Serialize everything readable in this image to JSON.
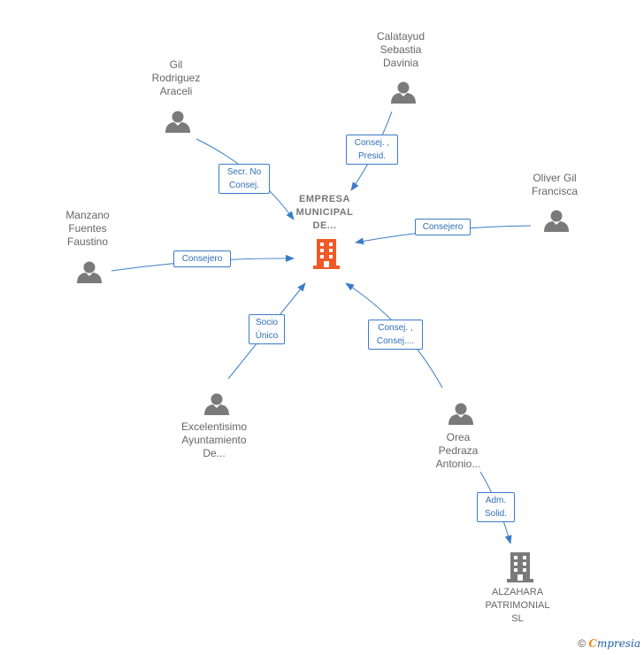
{
  "center": {
    "label_lines": [
      "EMPRESA",
      "MUNICIPAL",
      "DE..."
    ],
    "icon": "building-icon",
    "color": "#f05a28"
  },
  "people": [
    {
      "id": "gil",
      "lines": [
        "Gil",
        "Rodriguez",
        "Araceli"
      ],
      "icon": "person-icon"
    },
    {
      "id": "calatayud",
      "lines": [
        "Calatayud",
        "Sebastia",
        "Davinia"
      ],
      "icon": "person-icon"
    },
    {
      "id": "oliver",
      "lines": [
        "Oliver Gil",
        "Francisca"
      ],
      "icon": "person-icon"
    },
    {
      "id": "manzano",
      "lines": [
        "Manzano",
        "Fuentes",
        "Faustino"
      ],
      "icon": "person-icon"
    },
    {
      "id": "ayuntamiento",
      "lines": [
        "Excelentisimo",
        "Ayuntamiento",
        "De..."
      ],
      "icon": "person-icon"
    },
    {
      "id": "orea",
      "lines": [
        "Orea",
        "Pedraza",
        "Antonio..."
      ],
      "icon": "person-icon"
    }
  ],
  "company": {
    "lines": [
      "ALZAHARA",
      "PATRIMONIAL",
      "SL"
    ],
    "icon": "building-icon",
    "color": "#7a7a7a"
  },
  "edges": [
    {
      "id": "e-gil",
      "label_lines": [
        "Secr.  No",
        "Consej."
      ]
    },
    {
      "id": "e-calatayud",
      "label_lines": [
        "Consej. ,",
        "Presid."
      ]
    },
    {
      "id": "e-oliver",
      "label_lines": [
        "Consejero"
      ]
    },
    {
      "id": "e-manzano",
      "label_lines": [
        "Consejero"
      ]
    },
    {
      "id": "e-ayuntamiento",
      "label_lines": [
        "Socio",
        "Único"
      ]
    },
    {
      "id": "e-orea",
      "label_lines": [
        "Consej. ,",
        "Consej...."
      ]
    },
    {
      "id": "e-alzahara",
      "label_lines": [
        "Adm.",
        "Solid."
      ]
    }
  ],
  "footer": {
    "copyright": "©",
    "brand_first": "C",
    "brand_rest": "mpresia"
  },
  "colors": {
    "edge": "#3a7cc8",
    "person": "#7a7a7a",
    "text": "#666666"
  }
}
